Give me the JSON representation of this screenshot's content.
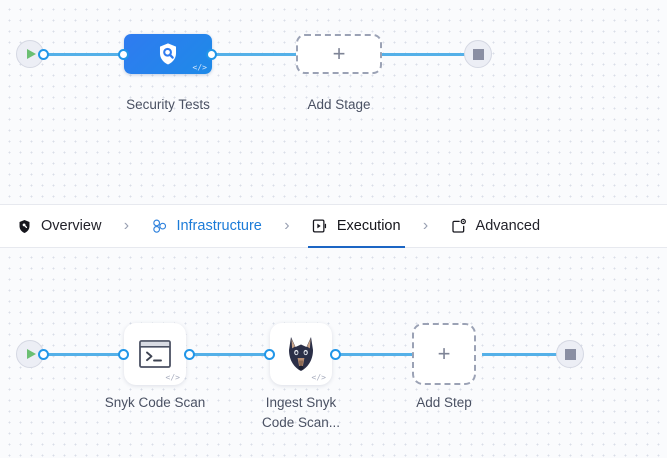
{
  "stage_canvas": {
    "start_node": {
      "name": "pipeline-start",
      "icon": "play-icon"
    },
    "end_node": {
      "name": "pipeline-end",
      "icon": "stop-icon"
    },
    "nodes": [
      {
        "id": "security-tests",
        "label": "Security Tests",
        "icon": "shield-search-icon",
        "type": "stage",
        "code_mark": "</>"
      },
      {
        "id": "add-stage",
        "label": "Add Stage",
        "icon": "plus-icon",
        "type": "add"
      }
    ]
  },
  "tabs": {
    "items": [
      {
        "id": "overview",
        "label": "Overview",
        "icon": "shield-icon",
        "state": "default"
      },
      {
        "id": "infrastructure",
        "label": "Infrastructure",
        "icon": "cluster-nodes-icon",
        "state": "link"
      },
      {
        "id": "execution",
        "label": "Execution",
        "icon": "play-box-icon",
        "state": "active"
      },
      {
        "id": "advanced",
        "label": "Advanced",
        "icon": "square-gear-icon",
        "state": "default"
      }
    ],
    "separator": "›"
  },
  "step_canvas": {
    "start_node": {
      "name": "execution-start",
      "icon": "play-icon"
    },
    "end_node": {
      "name": "execution-end",
      "icon": "stop-icon"
    },
    "nodes": [
      {
        "id": "snyk-code-scan",
        "label": "Snyk Code Scan",
        "icon": "terminal-icon",
        "type": "step",
        "code_mark": "</>"
      },
      {
        "id": "ingest-snyk-code-scan",
        "label": "Ingest Snyk\nCode Scan...",
        "icon": "snyk-dog-icon",
        "type": "step",
        "code_mark": "</>"
      },
      {
        "id": "add-step",
        "label": "Add Step",
        "icon": "plus-icon",
        "type": "add"
      }
    ]
  },
  "colors": {
    "connector": "#54b0e8",
    "connector_dot": "#2196e8",
    "stage_blue": "#2f7bf0",
    "active_tab_underline": "#1b65c4",
    "link_blue": "#1b7bd8",
    "play_green": "#6bbf72"
  }
}
